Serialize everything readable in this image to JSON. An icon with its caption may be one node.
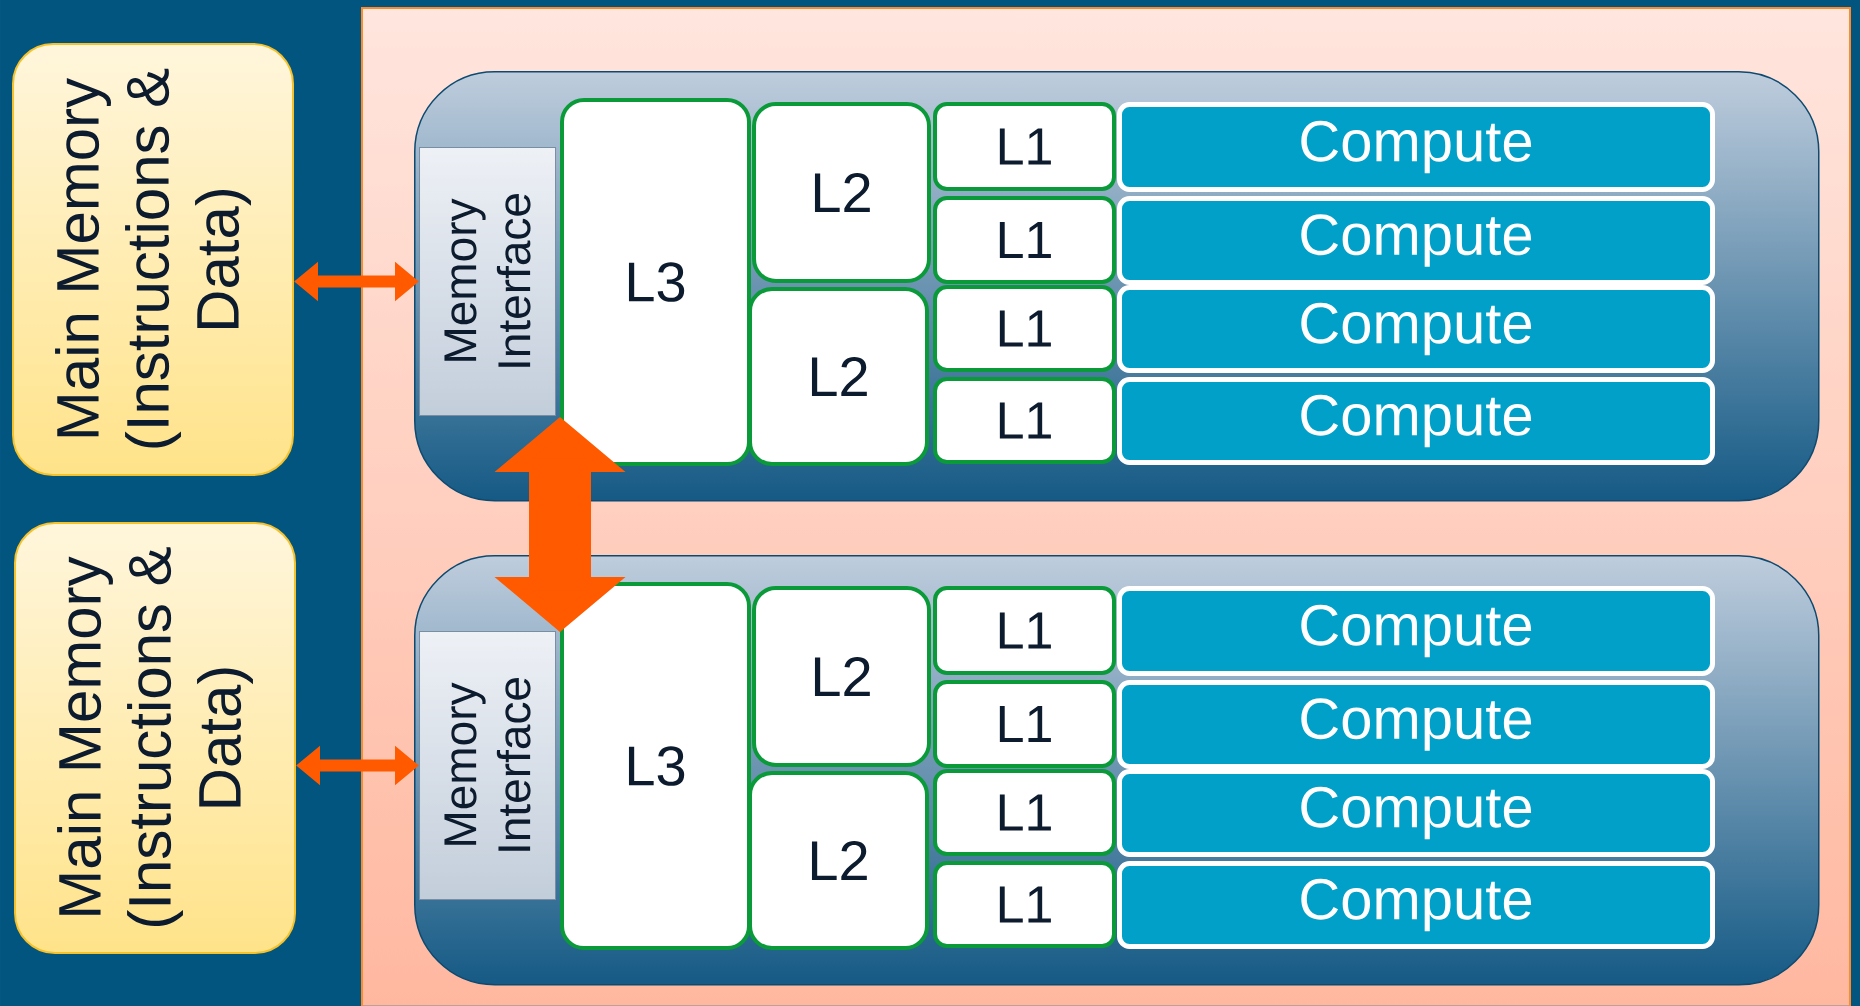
{
  "diagram": {
    "nodes": [
      {
        "text": [
          "Main Memory (Instructions & Data)"
        ]
      },
      {
        "text": [],
        "shape": "box"
      },
      {
        "text": [
          "Memory Interface"
        ],
        "in": 1
      },
      {
        "text": [
          "L3"
        ],
        "in": 1
      },
      {
        "text": [
          "L2"
        ],
        "in": 1
      },
      {
        "text": [
          "L2"
        ],
        "in": 1
      },
      {
        "text": [
          "L1"
        ],
        "in": 1
      },
      {
        "text": [
          "L1"
        ],
        "in": 1
      },
      {
        "text": [
          "L1"
        ],
        "in": 1
      },
      {
        "text": [
          "L1"
        ],
        "in": 1
      },
      {
        "text": [
          "Compute"
        ],
        "in": 1
      },
      {
        "text": [
          "Compute"
        ],
        "in": 1
      },
      {
        "text": [
          "Compute"
        ],
        "in": 1
      },
      {
        "text": [
          "Compute"
        ],
        "in": 1
      },
      {
        "text": [
          "Main Memory (Instructions & Data)"
        ]
      },
      {
        "text": [],
        "shape": "box"
      },
      {
        "text": [
          "Memory Interface"
        ],
        "in": 15
      },
      {
        "text": [
          "L3"
        ],
        "in": 15
      },
      {
        "text": [
          "L2"
        ],
        "in": 15
      },
      {
        "text": [
          "L2"
        ],
        "in": 15
      },
      {
        "text": [
          "L1"
        ],
        "in": 15
      },
      {
        "text": [
          "L1"
        ],
        "in": 15
      },
      {
        "text": [
          "L1"
        ],
        "in": 15
      },
      {
        "text": [
          "L1"
        ],
        "in": 15
      },
      {
        "text": [
          "Compute"
        ],
        "in": 15
      },
      {
        "text": [
          "Compute"
        ],
        "in": 15
      },
      {
        "text": [
          "Compute"
        ],
        "in": 15
      },
      {
        "text": [
          "Compute"
        ],
        "in": 15
      }
    ],
    "edges": [
      {
        "from": 0,
        "to": 2,
        "arrow": "both"
      },
      {
        "from": 3,
        "to": 17,
        "arrow": "both",
        "style": "thick"
      },
      {
        "from": 14,
        "to": 16,
        "arrow": "both"
      }
    ]
  }
}
